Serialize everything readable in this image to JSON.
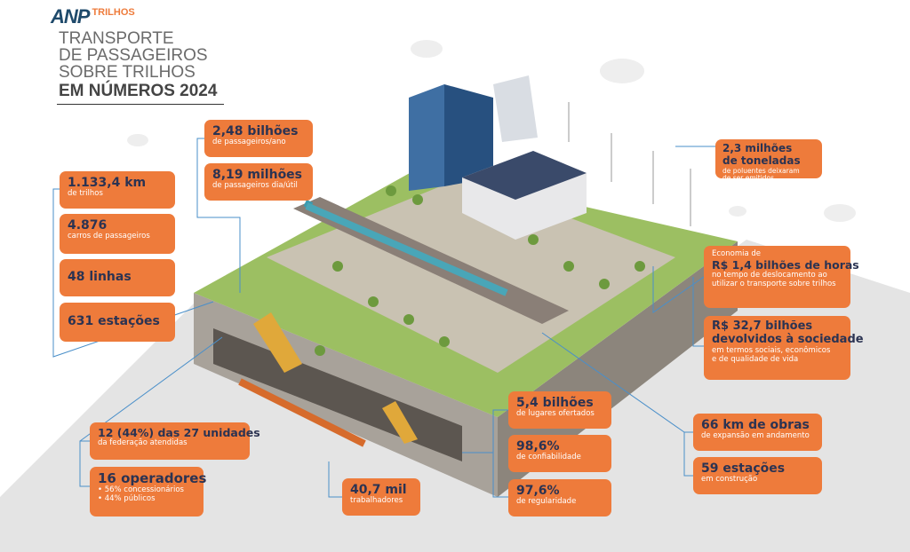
{
  "header": {
    "logo": "ANP TRILHOS",
    "title_lines": [
      "TRANSPORTE",
      "DE PASSAGEIROS",
      "SOBRE TRILHOS"
    ],
    "title_bold": "EM NÚMEROS 2024"
  },
  "stats": {
    "km": {
      "value": "1.133,4 km",
      "label": "de trilhos"
    },
    "cars": {
      "value": "4.876",
      "label": "carros de passageiros"
    },
    "lines": {
      "value": "48 linhas"
    },
    "stations": {
      "value": "631 estações"
    },
    "pax_year": {
      "value": "2,48 bilhões",
      "label": "de passageiros/ano"
    },
    "pax_day": {
      "value": "8,19 milhões",
      "label": "de passageiros dia/útil"
    },
    "co2": {
      "value": "2,3 milhões",
      "value2": "de toneladas",
      "label": "de poluentes deixaram",
      "label2": "de ser emitidos"
    },
    "hours": {
      "pre": "Economia de",
      "value": "R$ 1,4 bilhões de horas",
      "label": "no tempo de deslocamento ao",
      "label2": "utilizar o transporte sobre trilhos"
    },
    "society": {
      "value": "R$ 32,7 bilhões",
      "value2": "devolvidos à sociedade",
      "label": "em termos sociais, econômicos",
      "label2": "e de qualidade de vida"
    },
    "works": {
      "value": "66 km de obras",
      "label": "de expansão em andamento"
    },
    "new_stations": {
      "value": "59 estações",
      "label": "em construção"
    },
    "seats": {
      "value": "5,4 bilhões",
      "label": "de lugares ofertados"
    },
    "reliability": {
      "value": "98,6%",
      "label": "de confiabilidade"
    },
    "regularity": {
      "value": "97,6%",
      "label": "de regularidade"
    },
    "workers": {
      "value": "40,7 mil",
      "label": "trabalhadores"
    },
    "units": {
      "value": "12 (44%) das 27 unidades",
      "label": "da federação atendidas"
    },
    "operators": {
      "value": "16 operadores",
      "label": "•  56% concessionários",
      "label2": "•  44% públicos"
    }
  },
  "colors": {
    "accent": "#ee7b3b",
    "text_dark": "#2b3352",
    "green": "#8fb35a",
    "line": "#4a8fc9"
  }
}
